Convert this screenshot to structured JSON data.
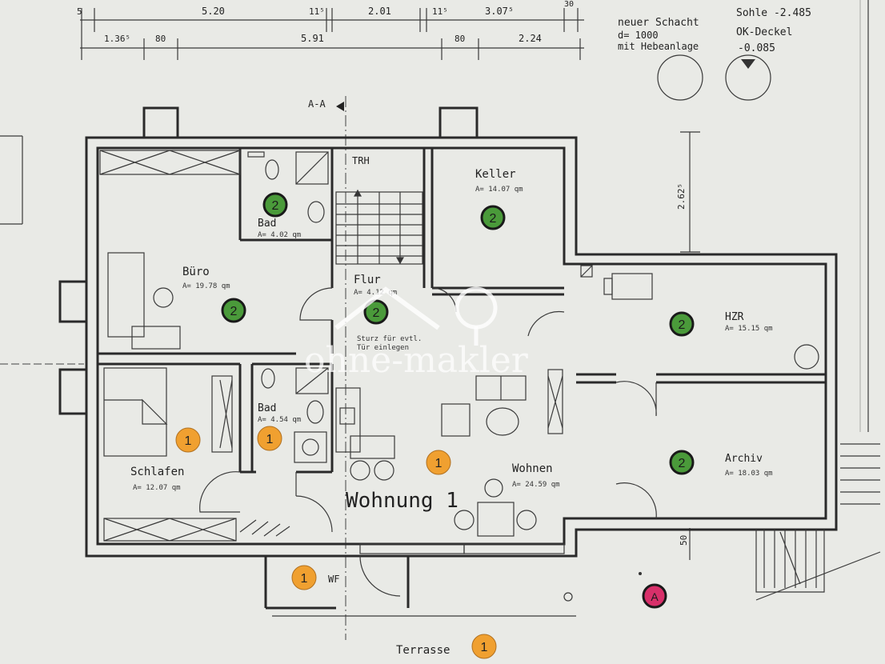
{
  "dimensions": {
    "top_row": [
      "5",
      "5.20",
      "11⁵",
      "2.01",
      "11⁵",
      "3.07⁵",
      "30"
    ],
    "second_row": [
      "1.36⁵",
      "80",
      "5.91",
      "80",
      "2.24"
    ],
    "vertical_1": "2.62⁵",
    "vertical_2": "50"
  },
  "notes": {
    "schacht_1": "neuer Schacht",
    "schacht_2": "d= 1000",
    "schacht_3": "mit Hebeanlage",
    "sohle": "Sohle -2.485",
    "ok_deckel": "OK-Deckel",
    "ok_value": "-0.085",
    "section": "A-A",
    "trh": "TRH",
    "sturz_1": "Sturz für evtl.",
    "sturz_2": "Tür einlegen"
  },
  "rooms": {
    "buero": {
      "name": "Büro",
      "area": "A= 19.78 qm"
    },
    "bad_top": {
      "name": "Bad",
      "area": "A= 4.02 qm"
    },
    "flur": {
      "name": "Flur",
      "area": "A= 4.12 qm"
    },
    "keller": {
      "name": "Keller",
      "area": "A= 14.07 qm"
    },
    "hzr": {
      "name": "HZR",
      "area": "A= 15.15 qm"
    },
    "archiv": {
      "name": "Archiv",
      "area": "A= 18.03 qm"
    },
    "schlafen": {
      "name": "Schlafen",
      "area": "A= 12.07 qm"
    },
    "bad_bottom": {
      "name": "Bad",
      "area": "A= 4.54 qm"
    },
    "wohnen": {
      "name": "Wohnen",
      "area": "A= 24.59 qm"
    },
    "wf": {
      "name": "WF"
    },
    "terrasse": {
      "name": "Terrasse"
    }
  },
  "unit_title": "Wohnung 1",
  "markers": {
    "green": "2",
    "orange": "1",
    "pink": "A"
  },
  "colors": {
    "green_marker": "#4a9a3a",
    "orange_marker": "#f0a030",
    "pink_marker": "#d8306a",
    "paper": "#e9eae6",
    "ink": "#2a2a2a"
  },
  "watermark": "ohne-makler"
}
